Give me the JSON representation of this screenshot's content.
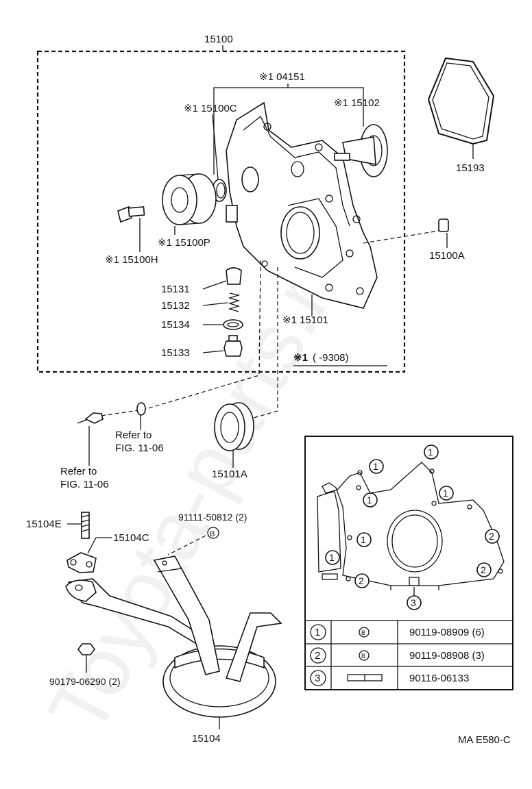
{
  "callouts": {
    "assy": "15100",
    "kit": "※1 04151",
    "cover": "※1 15100C",
    "rotor": "※1 15102",
    "gasket": "15193",
    "gear": "※1 15100P",
    "bolt": "※1 15100H",
    "plug": "15100A",
    "body": "※1 15101",
    "valve": "15131",
    "spring": "15132",
    "washer": "15134",
    "retainer": "15133",
    "note_mark": "※1",
    "note_range": "(      -9308)",
    "seal": "15101A",
    "stud": "15104E",
    "strainer_gasket": "15104C",
    "strainer_bolt": "91111-50812 (2)",
    "nut": "90179-06290 (2)",
    "strainer": "15104",
    "ref1_line1": "Refer to",
    "ref1_line2": "FIG. 11-06",
    "ref2_line1": "Refer to",
    "ref2_line2": "FIG. 11-06",
    "b_mark": "B"
  },
  "inset": {
    "markers": [
      "1",
      "2",
      "3"
    ],
    "table": [
      {
        "num": "1",
        "symbol": "B",
        "part": "90119-08909 (6)"
      },
      {
        "num": "2",
        "symbol": "B",
        "part": "90119-08908 (3)"
      },
      {
        "num": "3",
        "symbol": "stud",
        "part": "90116-06133"
      }
    ]
  },
  "figure_code": "MA E580-C",
  "watermark": "Toyota-parts.ru"
}
